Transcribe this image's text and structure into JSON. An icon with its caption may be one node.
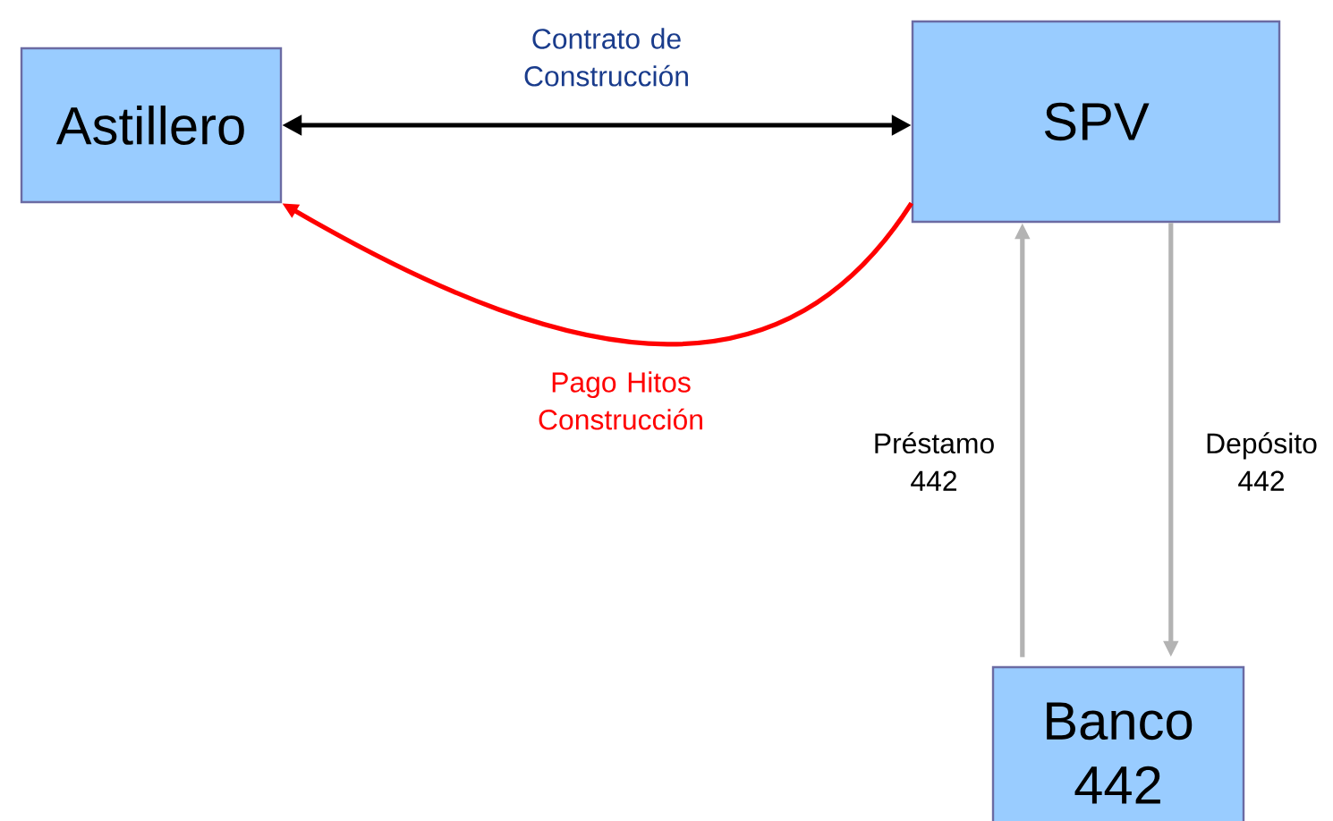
{
  "diagram": {
    "nodes": [
      {
        "text": [
          "Astillero"
        ]
      },
      {
        "text": [
          "SPV"
        ]
      },
      {
        "text": [
          "Banco 442"
        ]
      }
    ],
    "edges": [
      {
        "from": 0,
        "to": 1,
        "arrow": "both",
        "label": "Contrato de Construcción",
        "color": "#000000"
      },
      {
        "from": 1,
        "to": 0,
        "arrow": "to",
        "label": "Pago Hitos Construcción",
        "color": "#ff0000"
      },
      {
        "from": 2,
        "to": 1,
        "arrow": "to",
        "label": "Préstamo 442",
        "color": "#b3b3b3"
      },
      {
        "from": 1,
        "to": 2,
        "arrow": "to",
        "label": "Depósito 442",
        "color": "#b3b3b3"
      }
    ]
  }
}
